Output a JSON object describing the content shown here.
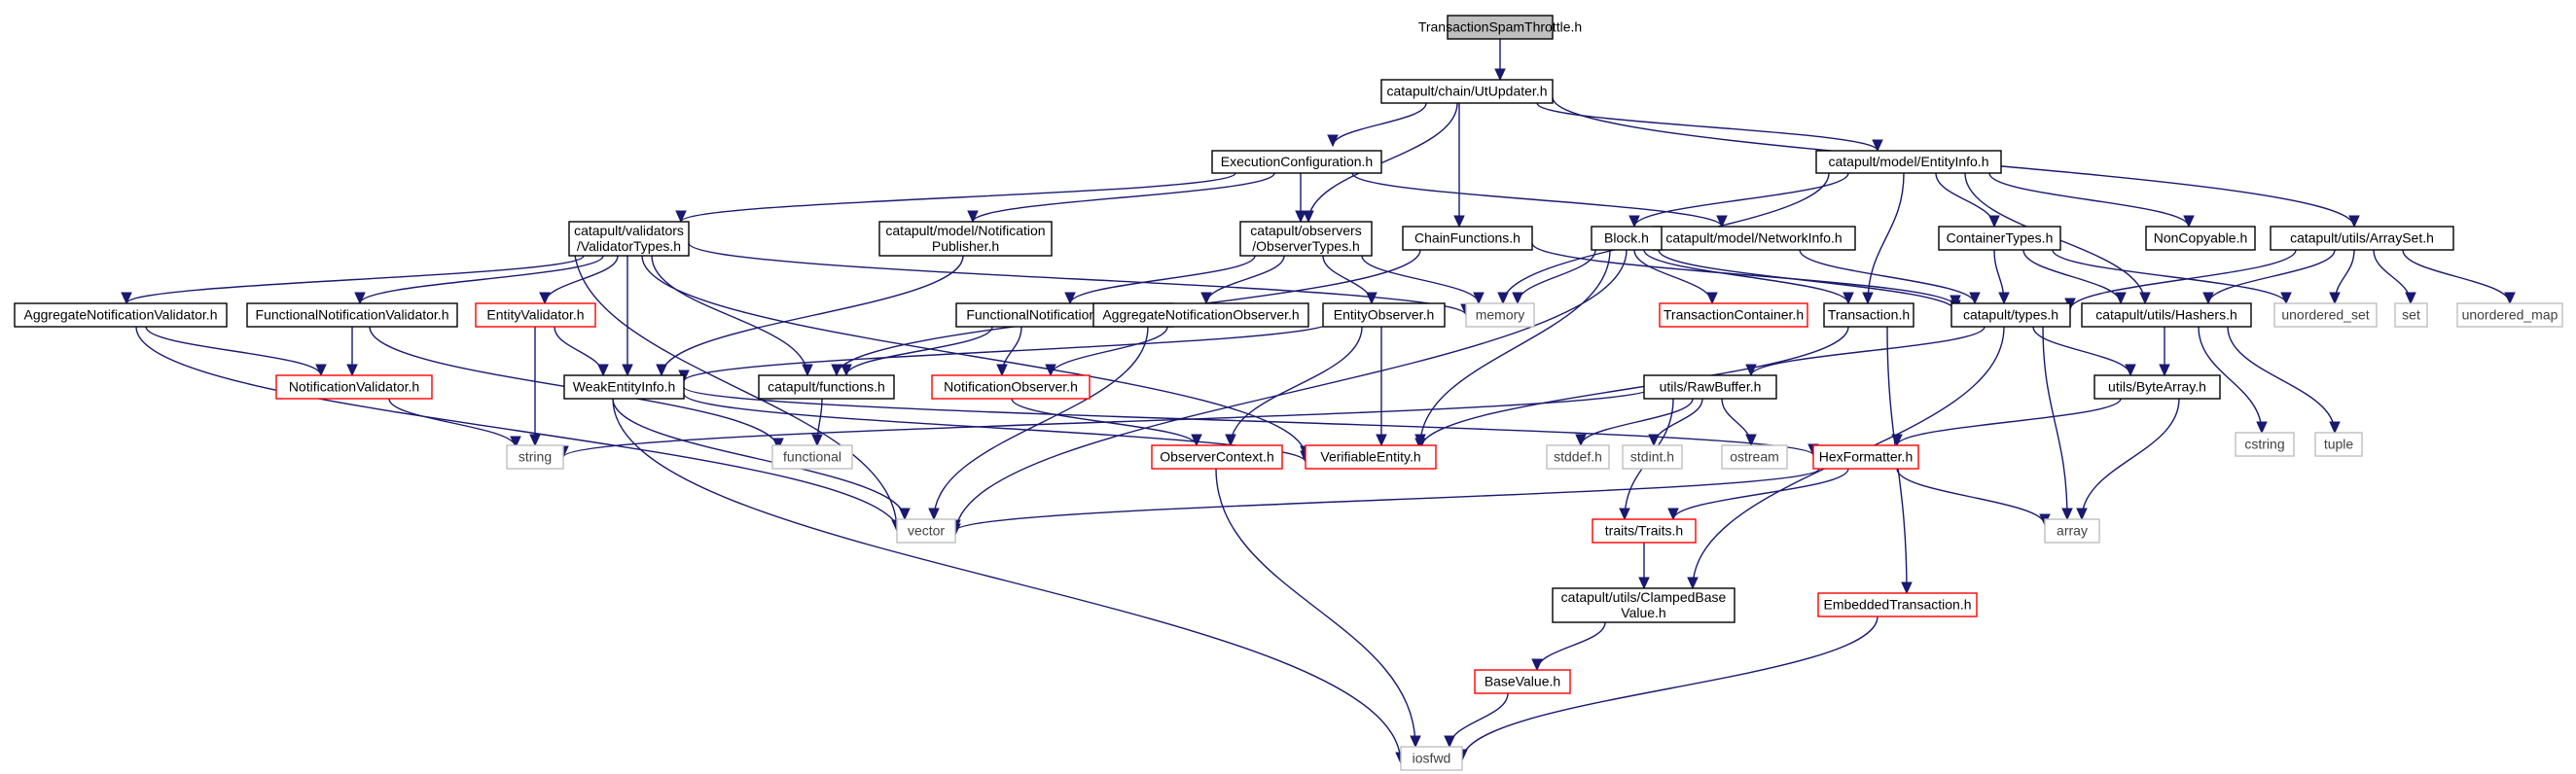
{
  "colors": {
    "edge": "#191970",
    "normal_border": "#000000",
    "normal_fill": "#ffffff",
    "root_fill": "#bfbfbf",
    "incomplete_border": "#ff0000",
    "system_border": "#bfbfbf",
    "system_text": "#404040"
  },
  "nodes": [
    {
      "id": "root",
      "lines": [
        "TransactionSpamThrottle.h"
      ],
      "kind": "root",
      "interactable": false
    },
    {
      "id": "utupdater",
      "lines": [
        "catapult/chain/UtUpdater.h"
      ],
      "kind": "normal",
      "interactable": true
    },
    {
      "id": "execconfig",
      "lines": [
        "ExecutionConfiguration.h"
      ],
      "kind": "normal",
      "interactable": true
    },
    {
      "id": "entityinfo",
      "lines": [
        "catapult/model/EntityInfo.h"
      ],
      "kind": "normal",
      "interactable": true
    },
    {
      "id": "validatortypes",
      "lines": [
        "catapult/validators",
        "/ValidatorTypes.h"
      ],
      "kind": "normal",
      "interactable": true
    },
    {
      "id": "notifpublisher",
      "lines": [
        "catapult/model/Notification",
        "Publisher.h"
      ],
      "kind": "normal",
      "interactable": true
    },
    {
      "id": "observertypes",
      "lines": [
        "catapult/observers",
        "/ObserverTypes.h"
      ],
      "kind": "normal",
      "interactable": true
    },
    {
      "id": "chainfunctions",
      "lines": [
        "ChainFunctions.h"
      ],
      "kind": "normal",
      "interactable": true
    },
    {
      "id": "networkinfo",
      "lines": [
        "catapult/model/NetworkInfo.h"
      ],
      "kind": "normal",
      "interactable": true
    },
    {
      "id": "blockh",
      "lines": [
        "Block.h"
      ],
      "kind": "normal",
      "interactable": true
    },
    {
      "id": "containertypes",
      "lines": [
        "ContainerTypes.h"
      ],
      "kind": "normal",
      "interactable": true
    },
    {
      "id": "noncopyable",
      "lines": [
        "NonCopyable.h"
      ],
      "kind": "normal",
      "interactable": true
    },
    {
      "id": "arrayset",
      "lines": [
        "catapult/utils/ArraySet.h"
      ],
      "kind": "normal",
      "interactable": true
    },
    {
      "id": "aggnotifvalidator",
      "lines": [
        "AggregateNotificationValidator.h"
      ],
      "kind": "normal",
      "interactable": true
    },
    {
      "id": "funcnotifvalidator",
      "lines": [
        "FunctionalNotificationValidator.h"
      ],
      "kind": "normal",
      "interactable": true
    },
    {
      "id": "entityvalidator",
      "lines": [
        "EntityValidator.h"
      ],
      "kind": "incomplete",
      "interactable": true
    },
    {
      "id": "funcnotifobserver",
      "lines": [
        "FunctionalNotificationObserver.h"
      ],
      "kind": "normal",
      "interactable": true
    },
    {
      "id": "aggnotifobserver",
      "lines": [
        "AggregateNotificationObserver.h"
      ],
      "kind": "normal",
      "interactable": true
    },
    {
      "id": "entityobserver",
      "lines": [
        "EntityObserver.h"
      ],
      "kind": "normal",
      "interactable": true
    },
    {
      "id": "memory",
      "lines": [
        "memory"
      ],
      "kind": "system",
      "interactable": false
    },
    {
      "id": "transactioncontainer",
      "lines": [
        "TransactionContainer.h"
      ],
      "kind": "incomplete",
      "interactable": true
    },
    {
      "id": "transaction",
      "lines": [
        "Transaction.h"
      ],
      "kind": "normal",
      "interactable": true
    },
    {
      "id": "types",
      "lines": [
        "catapult/types.h"
      ],
      "kind": "normal",
      "interactable": true
    },
    {
      "id": "hashers",
      "lines": [
        "catapult/utils/Hashers.h"
      ],
      "kind": "normal",
      "interactable": true
    },
    {
      "id": "unordered_set",
      "lines": [
        "unordered_set"
      ],
      "kind": "system",
      "interactable": false
    },
    {
      "id": "set",
      "lines": [
        "set"
      ],
      "kind": "system",
      "interactable": false
    },
    {
      "id": "unordered_map",
      "lines": [
        "unordered_map"
      ],
      "kind": "system",
      "interactable": false
    },
    {
      "id": "notifvalidator",
      "lines": [
        "NotificationValidator.h"
      ],
      "kind": "incomplete",
      "interactable": true
    },
    {
      "id": "weakentityinfo",
      "lines": [
        "WeakEntityInfo.h"
      ],
      "kind": "normal",
      "interactable": true
    },
    {
      "id": "functions",
      "lines": [
        "catapult/functions.h"
      ],
      "kind": "normal",
      "interactable": true
    },
    {
      "id": "notifobserver",
      "lines": [
        "NotificationObserver.h"
      ],
      "kind": "incomplete",
      "interactable": true
    },
    {
      "id": "rawbuffer",
      "lines": [
        "utils/RawBuffer.h"
      ],
      "kind": "normal",
      "interactable": true
    },
    {
      "id": "bytearray",
      "lines": [
        "utils/ByteArray.h"
      ],
      "kind": "normal",
      "interactable": true
    },
    {
      "id": "cstring",
      "lines": [
        "cstring"
      ],
      "kind": "system",
      "interactable": false
    },
    {
      "id": "tuple",
      "lines": [
        "tuple"
      ],
      "kind": "system",
      "interactable": false
    },
    {
      "id": "string",
      "lines": [
        "string"
      ],
      "kind": "system",
      "interactable": false
    },
    {
      "id": "functional",
      "lines": [
        "functional"
      ],
      "kind": "system",
      "interactable": false
    },
    {
      "id": "verifiableentity",
      "lines": [
        "VerifiableEntity.h"
      ],
      "kind": "incomplete",
      "interactable": true
    },
    {
      "id": "observercontext",
      "lines": [
        "ObserverContext.h"
      ],
      "kind": "incomplete",
      "interactable": true
    },
    {
      "id": "stddef",
      "lines": [
        "stddef.h"
      ],
      "kind": "system",
      "interactable": false
    },
    {
      "id": "stdint",
      "lines": [
        "stdint.h"
      ],
      "kind": "system",
      "interactable": false
    },
    {
      "id": "ostream",
      "lines": [
        "ostream"
      ],
      "kind": "system",
      "interactable": false
    },
    {
      "id": "hexformatter",
      "lines": [
        "HexFormatter.h"
      ],
      "kind": "incomplete",
      "interactable": true
    },
    {
      "id": "vector",
      "lines": [
        "vector"
      ],
      "kind": "system",
      "interactable": false
    },
    {
      "id": "traits",
      "lines": [
        "traits/Traits.h"
      ],
      "kind": "incomplete",
      "interactable": true
    },
    {
      "id": "array",
      "lines": [
        "array"
      ],
      "kind": "system",
      "interactable": false
    },
    {
      "id": "clampedbase",
      "lines": [
        "catapult/utils/ClampedBase",
        "Value.h"
      ],
      "kind": "normal",
      "interactable": true
    },
    {
      "id": "embeddedtx",
      "lines": [
        "EmbeddedTransaction.h"
      ],
      "kind": "incomplete",
      "interactable": true
    },
    {
      "id": "basevalue",
      "lines": [
        "BaseValue.h"
      ],
      "kind": "incomplete",
      "interactable": true
    },
    {
      "id": "iosfwd",
      "lines": [
        "iosfwd"
      ],
      "kind": "system",
      "interactable": false
    }
  ],
  "edges": [
    [
      "root",
      "utupdater"
    ],
    [
      "utupdater",
      "execconfig"
    ],
    [
      "utupdater",
      "observertypes"
    ],
    [
      "utupdater",
      "chainfunctions"
    ],
    [
      "utupdater",
      "entityinfo"
    ],
    [
      "utupdater",
      "arrayset"
    ],
    [
      "execconfig",
      "validatortypes"
    ],
    [
      "execconfig",
      "notifpublisher"
    ],
    [
      "execconfig",
      "observertypes"
    ],
    [
      "execconfig",
      "networkinfo"
    ],
    [
      "entityinfo",
      "memory"
    ],
    [
      "entityinfo",
      "blockh"
    ],
    [
      "entityinfo",
      "transaction"
    ],
    [
      "entityinfo",
      "containertypes"
    ],
    [
      "entityinfo",
      "hashers"
    ],
    [
      "entityinfo",
      "noncopyable"
    ],
    [
      "arrayset",
      "types"
    ],
    [
      "arrayset",
      "hashers"
    ],
    [
      "arrayset",
      "unordered_set"
    ],
    [
      "arrayset",
      "set"
    ],
    [
      "arrayset",
      "unordered_map"
    ],
    [
      "validatortypes",
      "aggnotifvalidator"
    ],
    [
      "validatortypes",
      "funcnotifvalidator"
    ],
    [
      "validatortypes",
      "entityvalidator"
    ],
    [
      "validatortypes",
      "weakentityinfo"
    ],
    [
      "validatortypes",
      "functions"
    ],
    [
      "validatortypes",
      "verifiableentity"
    ],
    [
      "validatortypes",
      "vector"
    ],
    [
      "validatortypes",
      "memory"
    ],
    [
      "notifpublisher",
      "weakentityinfo"
    ],
    [
      "observertypes",
      "funcnotifobserver"
    ],
    [
      "observertypes",
      "aggnotifobserver"
    ],
    [
      "observertypes",
      "entityobserver"
    ],
    [
      "observertypes",
      "memory"
    ],
    [
      "chainfunctions",
      "functions"
    ],
    [
      "chainfunctions",
      "types"
    ],
    [
      "networkinfo",
      "types"
    ],
    [
      "blockh",
      "memory"
    ],
    [
      "blockh",
      "transactioncontainer"
    ],
    [
      "blockh",
      "transaction"
    ],
    [
      "blockh",
      "types"
    ],
    [
      "blockh",
      "verifiableentity"
    ],
    [
      "blockh",
      "vector"
    ],
    [
      "containertypes",
      "types"
    ],
    [
      "containertypes",
      "hashers"
    ],
    [
      "containertypes",
      "unordered_set"
    ],
    [
      "aggnotifvalidator",
      "notifvalidator"
    ],
    [
      "aggnotifvalidator",
      "vector"
    ],
    [
      "funcnotifvalidator",
      "notifvalidator"
    ],
    [
      "funcnotifvalidator",
      "functional"
    ],
    [
      "entityvalidator",
      "weakentityinfo"
    ],
    [
      "entityvalidator",
      "string"
    ],
    [
      "notifvalidator",
      "string"
    ],
    [
      "funcnotifobserver",
      "notifobserver"
    ],
    [
      "funcnotifobserver",
      "functions"
    ],
    [
      "aggnotifobserver",
      "notifobserver"
    ],
    [
      "aggnotifobserver",
      "vector"
    ],
    [
      "entityobserver",
      "weakentityinfo"
    ],
    [
      "entityobserver",
      "observercontext"
    ],
    [
      "entityobserver",
      "verifiableentity"
    ],
    [
      "notifobserver",
      "observercontext"
    ],
    [
      "transaction",
      "verifiableentity"
    ],
    [
      "transaction",
      "embeddedtx"
    ],
    [
      "types",
      "rawbuffer"
    ],
    [
      "types",
      "bytearray"
    ],
    [
      "types",
      "array"
    ],
    [
      "types",
      "clampedbase"
    ],
    [
      "hashers",
      "bytearray"
    ],
    [
      "hashers",
      "cstring"
    ],
    [
      "hashers",
      "tuple"
    ],
    [
      "weakentityinfo",
      "verifiableentity"
    ],
    [
      "weakentityinfo",
      "hexformatter"
    ],
    [
      "weakentityinfo",
      "vector"
    ],
    [
      "weakentityinfo",
      "iosfwd"
    ],
    [
      "functions",
      "functional"
    ],
    [
      "rawbuffer",
      "string"
    ],
    [
      "rawbuffer",
      "stddef"
    ],
    [
      "rawbuffer",
      "stdint"
    ],
    [
      "rawbuffer",
      "ostream"
    ],
    [
      "rawbuffer",
      "traits"
    ],
    [
      "bytearray",
      "hexformatter"
    ],
    [
      "bytearray",
      "array"
    ],
    [
      "hexformatter",
      "vector"
    ],
    [
      "hexformatter",
      "traits"
    ],
    [
      "hexformatter",
      "array"
    ],
    [
      "observercontext",
      "iosfwd"
    ],
    [
      "traits",
      "clampedbase"
    ],
    [
      "clampedbase",
      "basevalue"
    ],
    [
      "embeddedtx",
      "iosfwd"
    ],
    [
      "basevalue",
      "iosfwd"
    ]
  ]
}
